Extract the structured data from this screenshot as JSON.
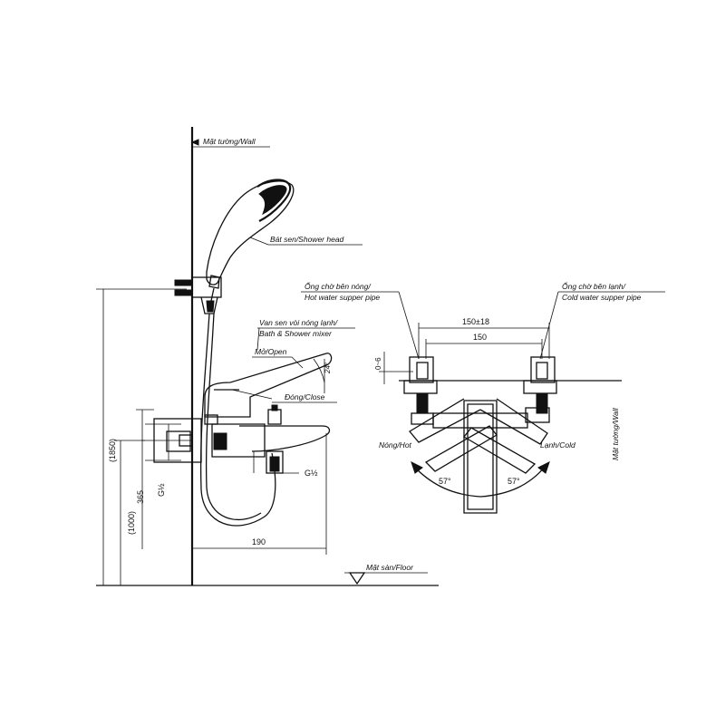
{
  "labels": {
    "wall_left": "Mặt tường/Wall",
    "shower_head": "Bát sen/Shower head",
    "mixer_line1": "Van sen vòi nóng lạnh/",
    "mixer_line2": "Bath & Shower mixer",
    "open": "Mở/Open",
    "close": "Đóng/Close",
    "hot_pipe_line1": "Ống chờ bên nóng/",
    "hot_pipe_line2": "Hot water supper pipe",
    "cold_pipe_line1": "Ống chờ bên lạnh/",
    "cold_pipe_line2": "Cold water supper pipe",
    "hot": "Nóng/Hot",
    "cold": "Lạnh/Cold",
    "wall_right": "Mặt tường/Wall",
    "floor": "Mặt sàn/Floor"
  },
  "dimensions": {
    "total_height": "(1850)",
    "mixer_height": "(1000)",
    "dim_365": "365",
    "thread_left": "G½",
    "thread_outlet": "G½",
    "spout_length": "190",
    "angle_open": "24°",
    "pipe_spacing": "150±18",
    "pipe_nominal": "150",
    "depth": "0~6",
    "angle_left": "57°",
    "angle_right": "57°"
  },
  "colors": {
    "line": "#111111",
    "background": "#ffffff"
  }
}
